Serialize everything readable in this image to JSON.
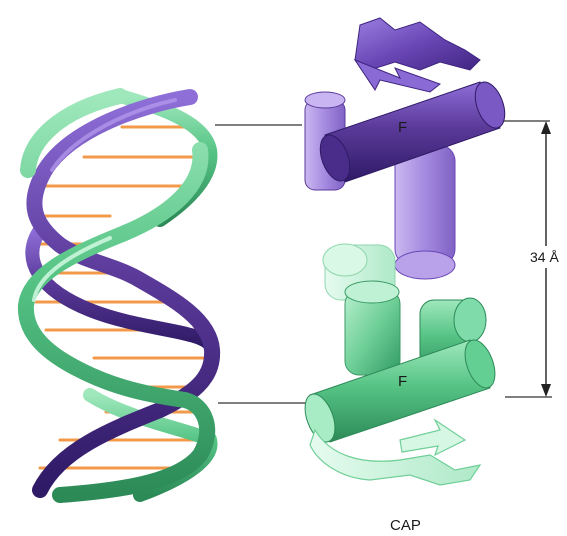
{
  "figure": {
    "protein_name": "CAP",
    "subunit_top_label": "F",
    "subunit_bottom_label": "F",
    "distance_label": "34 Å"
  },
  "colors": {
    "dna_strand_purple": "#5b3a9a",
    "dna_strand_green": "#6fcf97",
    "base_pairs": "#f29a4a",
    "cap_top_subunit": "#7a59c4",
    "cap_bottom_subunit": "#5fcf8a",
    "lines": "#333333"
  }
}
